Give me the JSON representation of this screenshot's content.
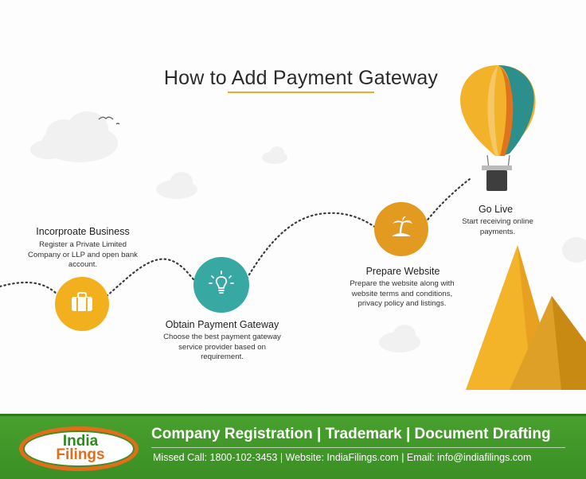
{
  "title": "How to Add Payment Gateway",
  "steps": [
    {
      "title": "Incorproate Business",
      "desc": "Register a Private Limited Company or LLP and open bank account.",
      "icon": "briefcase-icon",
      "color": "#f2b01e"
    },
    {
      "title": "Obtain Payment Gateway",
      "desc": "Choose the best payment gateway service provider based on requirement.",
      "icon": "lightbulb-icon",
      "color": "#37a8a2"
    },
    {
      "title": "Prepare Website",
      "desc": "Prepare the website along with website terms and conditions, privacy policy and listings.",
      "icon": "island-palm-icon",
      "color": "#e39a21"
    },
    {
      "title": "Go Live",
      "desc": "Start receiving online payments.",
      "icon": "hot-air-balloon-icon",
      "color": "#f0b32a"
    }
  ],
  "footer": {
    "logo_line1": "India",
    "logo_line2": "Filings",
    "services": "Company Registration | Trademark |  Document Drafting",
    "contact": "Missed Call: 1800-102-3453 | Website: IndiaFilings.com | Email: info@indiafilings.com"
  },
  "colors": {
    "accent": "#f0a92a",
    "green": "#3f9527",
    "teal": "#37a8a2",
    "orange": "#e46d1c"
  }
}
